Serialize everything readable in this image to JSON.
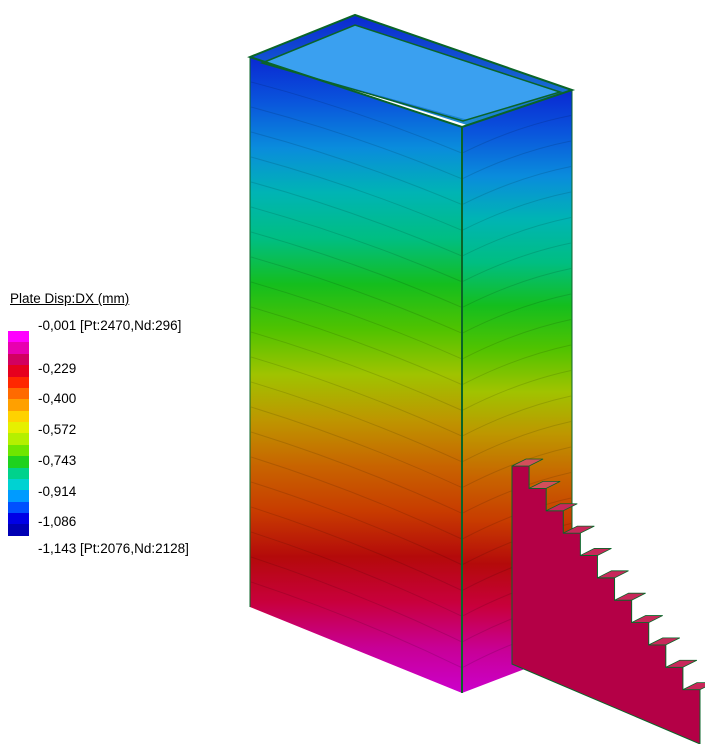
{
  "legend": {
    "title": "Plate Disp:DX (mm)",
    "max_label": "-0,001 [Pt:2470,Nd:296]",
    "min_label": "-1,143 [Pt:2076,Nd:2128]",
    "tick_labels": [
      "-0,229",
      "-0,400",
      "-0,572",
      "-0,743",
      "-0,914",
      "-1,086"
    ],
    "color_scale": [
      "#ff00ff",
      "#e800b0",
      "#d20060",
      "#e6001e",
      "#ff2800",
      "#ff6a00",
      "#ffa000",
      "#ffd200",
      "#e6f000",
      "#b4f000",
      "#6ee600",
      "#1ed21e",
      "#00d28c",
      "#00d2d2",
      "#009bff",
      "#0050ff",
      "#0000e6",
      "#0000b4"
    ]
  },
  "colors": {
    "tank_gradient": [
      "#cc00cc",
      "#c80096",
      "#c8003c",
      "#b40a0a",
      "#c83c00",
      "#c86400",
      "#be9600",
      "#a0c300",
      "#50c300",
      "#14be1e",
      "#00be82",
      "#00b4b4",
      "#0a8cdc",
      "#0a55dc",
      "#0a28d2"
    ],
    "stair_color": "#b40046",
    "edge_color": "#0a6428"
  }
}
